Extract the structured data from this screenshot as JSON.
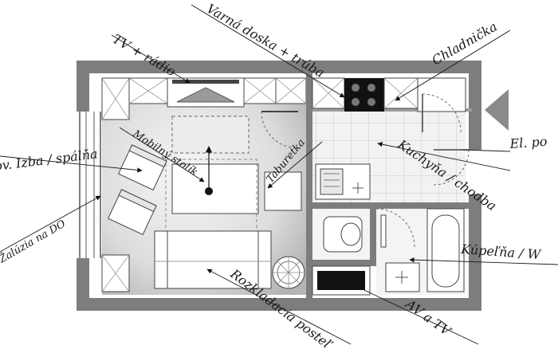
{
  "labels": {
    "tv_radio": "TV + rádio",
    "hob_kettle": "Varná doska + trúba",
    "fridge": "Chladnička",
    "room": "ov. Izba / spálňa",
    "mobile_table": "Mobilný stolík",
    "stool": "Taburetka",
    "kitchen_hall": "Kuchyňa / chodba",
    "blind": "Žalúzia na DO",
    "bathroom": "Kúpeľňa / W",
    "sofa_bed": "Rozkladacia posteľ",
    "el_po": "El. po",
    "storage": "AV a TV"
  },
  "colors": {
    "wall": "#7d7d7d",
    "floor_dark": "#b9b9b9",
    "floor_light": "#f4f4f4",
    "tile": "#e8e8e8",
    "ink": "#1a1a1a"
  }
}
